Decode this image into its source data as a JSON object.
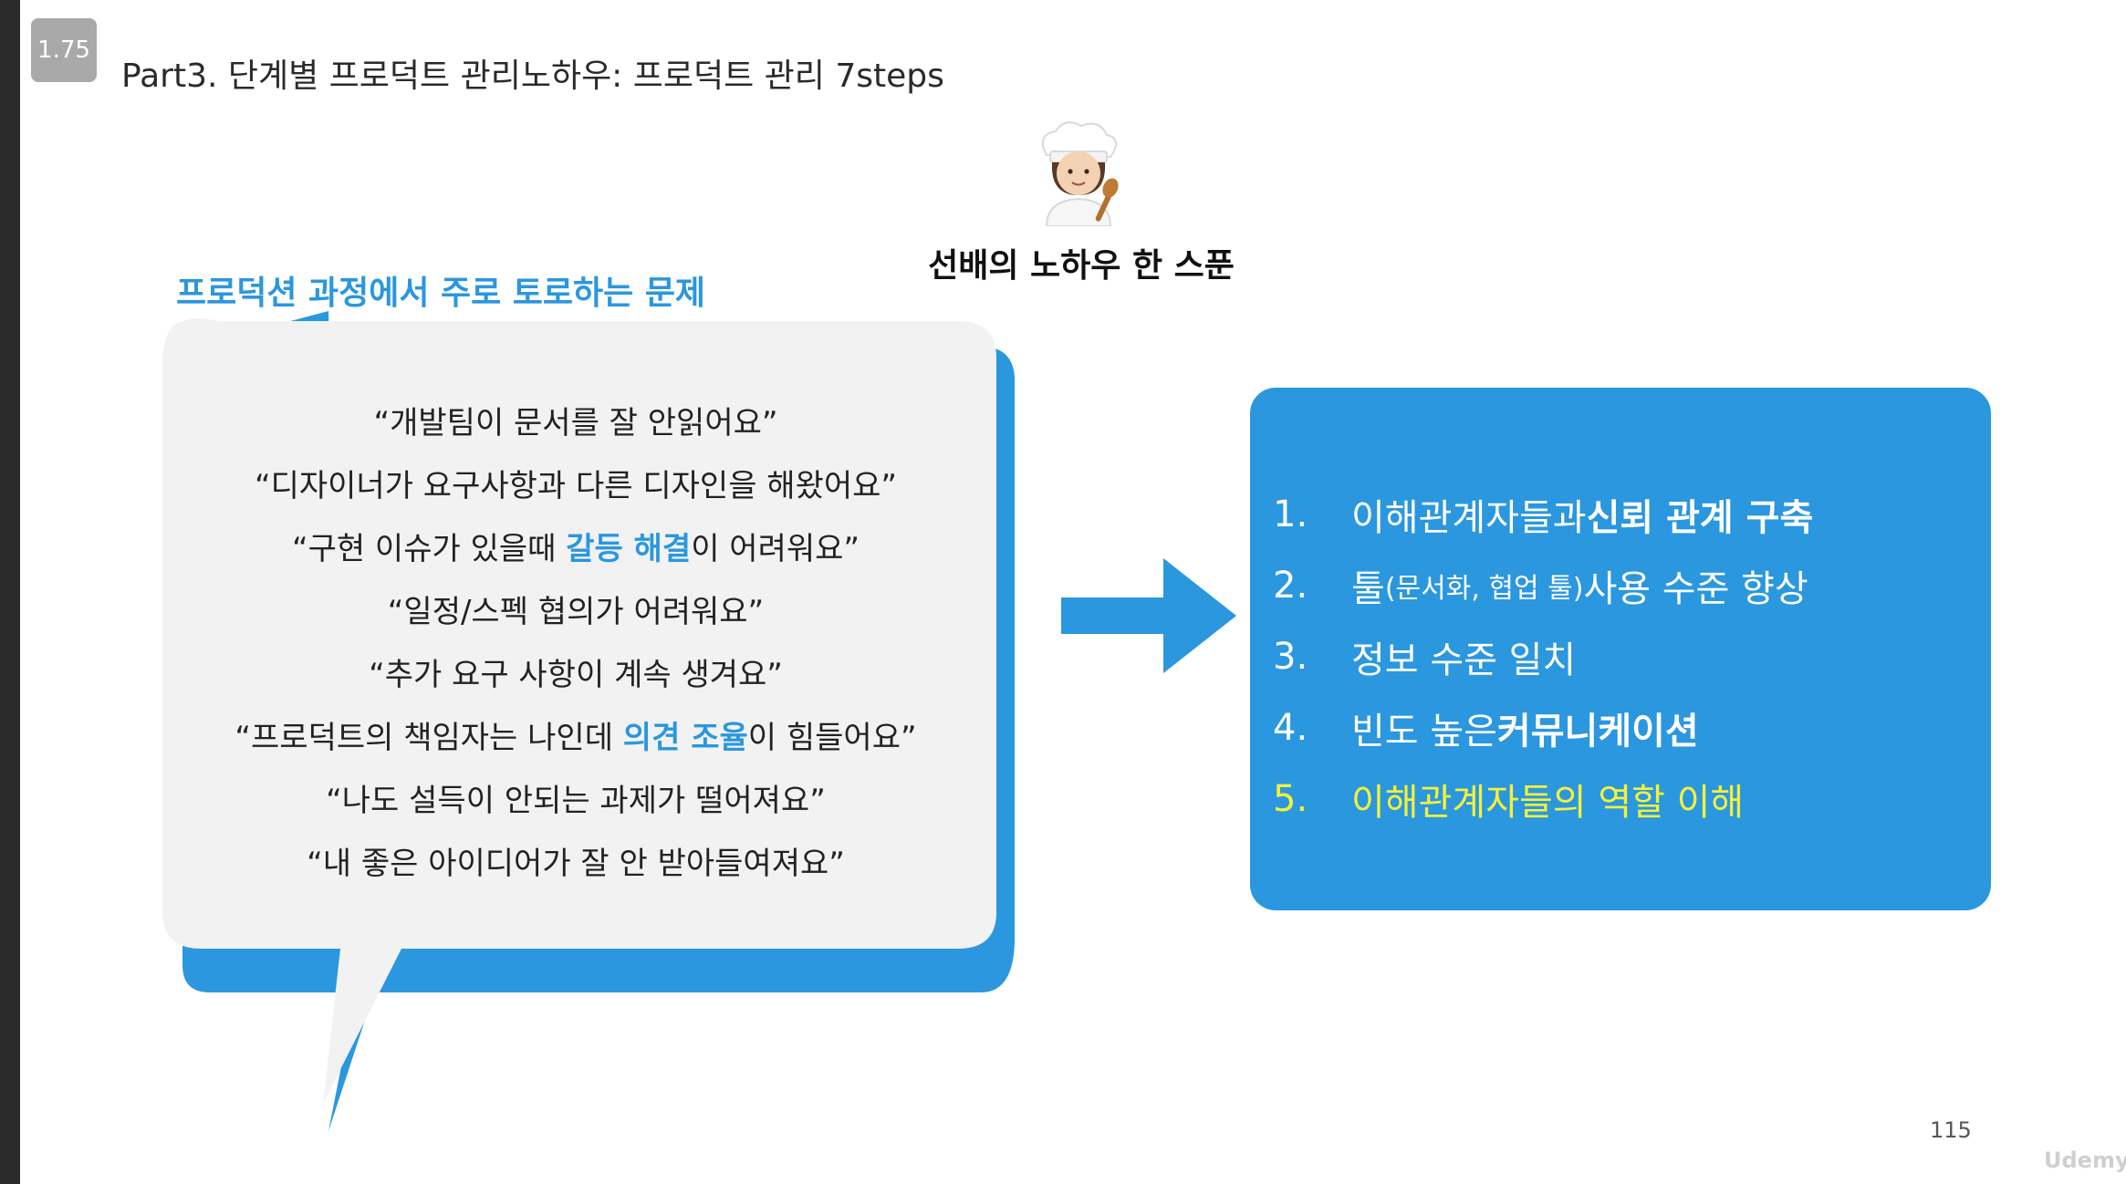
{
  "player": {
    "speed": "1.75"
  },
  "slide": {
    "title": "Part3. 단계별 프로덕트 관리노하우: 프로덕트 관리 7steps",
    "chef_caption": "선배의 노하우 한 스푼",
    "section_heading": "프로덕션 과정에서 주로 토로하는 문제",
    "quotes": [
      "“개발팀이 문서를 잘 안읽어요”",
      "“디자이너가 요구사항과 다른 디자인을 해왔어요”",
      {
        "pre": "“구현 이슈가 있을때 ",
        "hl": "갈등 해결",
        "post": "이 어려워요”"
      },
      "“일정/스펙 협의가 어려워요”",
      "“추가 요구 사항이 계속 생겨요”",
      {
        "pre": "“프로덕트의 책임자는 나인데 ",
        "hl": "의견 조율",
        "post": "이 힘들어요”"
      },
      "“나도 설득이 안되는 과제가 떨어져요”",
      "“내 좋은 아이디어가 잘 안 받아들여져요”"
    ],
    "steps": [
      {
        "num": "1.",
        "text": "이해관계자들과 ",
        "bold": "신뢰 관계 구축"
      },
      {
        "num": "2.",
        "text_a": "툴",
        "small": "(문서화, 협업 툴)",
        "text_b": " 사용 수준 향상"
      },
      {
        "num": "3.",
        "text": "정보 수준 일치"
      },
      {
        "num": "4.",
        "text": "빈도 높은 ",
        "bold": "커뮤니케이션"
      },
      {
        "num": "5.",
        "text": "이해관계자들의 역할 이해"
      }
    ],
    "page_number": "115",
    "watermark": "Udemy"
  },
  "colors": {
    "accent_blue": "#2a97df",
    "highlight_yellow": "#f4f13a",
    "bubble_fill": "#f2f2f2"
  },
  "icons": [
    "chef-icon",
    "right-arrow-icon"
  ]
}
